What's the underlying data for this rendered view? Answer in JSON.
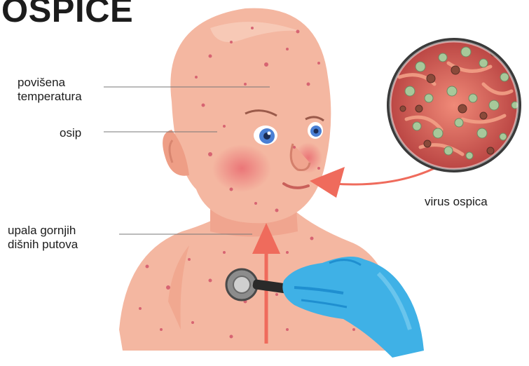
{
  "title": "OSPICE",
  "labels": {
    "fever": "povišena\ntemperatura",
    "rash": "osip",
    "respiratory": "upala gornjih\ndišnih putova",
    "virus": "virus ospica"
  },
  "colors": {
    "skin": "#f4b7a1",
    "skin_shade": "#ee9e86",
    "rash_spot": "#d2566a",
    "arrow": "#ef6b5c",
    "glove": "#3fb1e6",
    "glove_shade": "#1f8fd0",
    "eye_iris": "#4a7fd4",
    "virus_bg": "#c94b4b",
    "virus_rim": "#3a3a3a",
    "virus_particle": "#a7c89a"
  },
  "icons": [
    "stethoscope-icon"
  ]
}
